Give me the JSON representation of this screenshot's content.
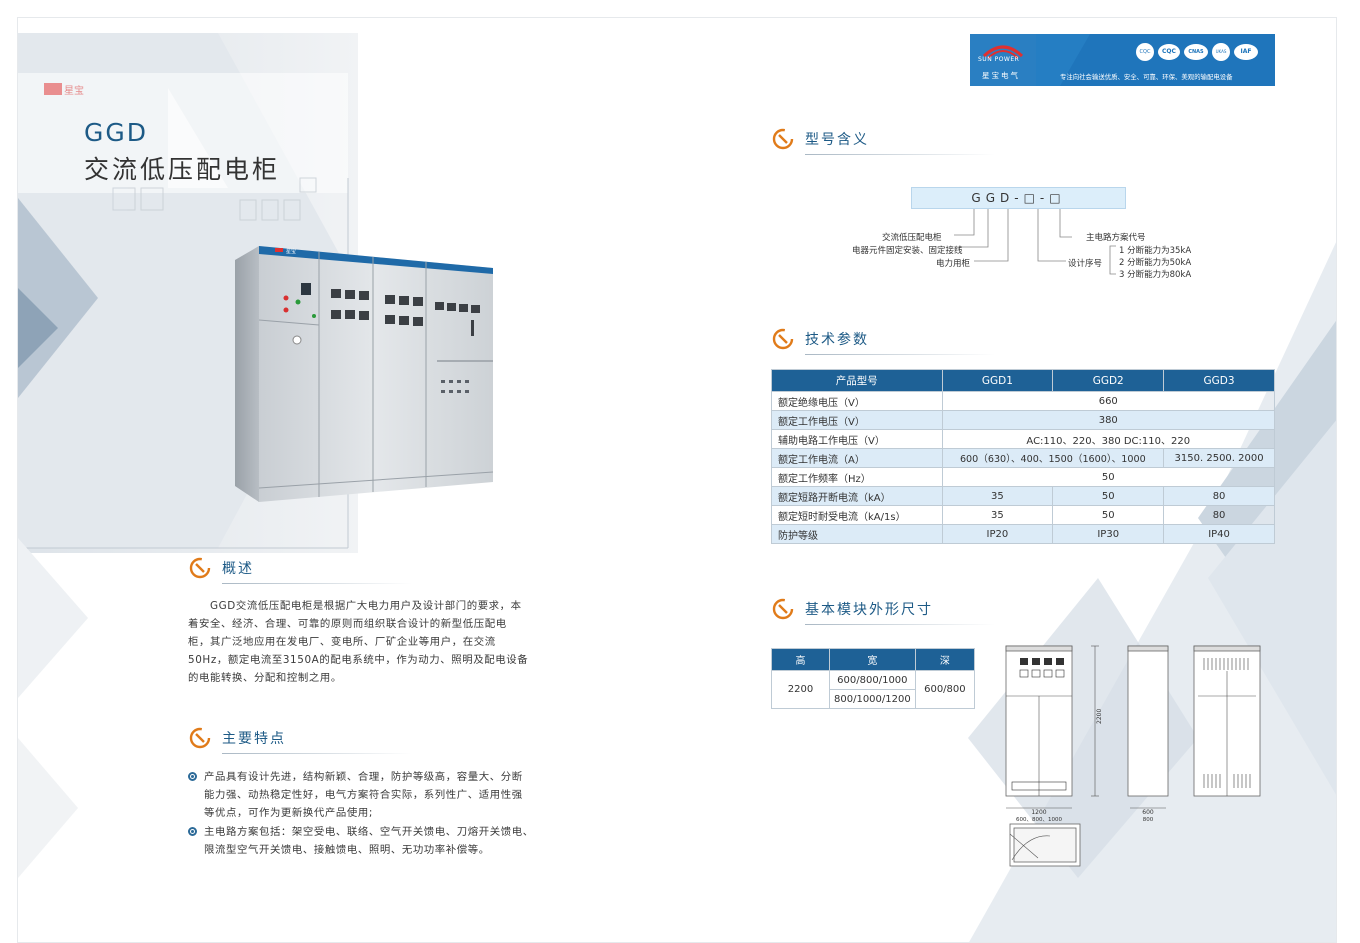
{
  "header": {
    "title_en": "GGD",
    "title_cn": "交流低压配电柜"
  },
  "brand": {
    "logo_en": "SUN POWER",
    "logo_cn": "星宝电气",
    "tagline": "专注向社会输送优质、安全、可靠、环保、美观的输配电设备",
    "certs": [
      "CQC",
      "CQC",
      "CNAS",
      "UKAS",
      "IAF"
    ]
  },
  "photo_labels": {
    "cabinet_brand": "星宝",
    "bg_brand": "星宝"
  },
  "overview": {
    "heading": "概述",
    "text": "GGD交流低压配电柜是根据广大电力用户及设计部门的要求，本着安全、经济、合理、可靠的原则而组织联合设计的新型低压配电柜，其广泛地应用在发电厂、变电所、厂矿企业等用户，在交流50Hz，额定电流至3150A的配电系统中，作为动力、照明及配电设备的电能转换、分配和控制之用。",
    "lines": [
      "GGD交流低压配电柜是根据广大电力用户及设计部门的要求，本",
      "着安全、经济、合理、可靠的原则而组织联合设计的新型低压配电",
      "柜，其广泛地应用在发电厂、变电所、厂矿企业等用户，在交流",
      "50Hz，额定电流至3150A的配电系统中，作为动力、照明及配电设备",
      "的电能转换、分配和控制之用。"
    ]
  },
  "features": {
    "heading": "主要特点",
    "items": [
      [
        "产品具有设计先进，结构新颖、合理，防护等级高，容量大、分断",
        "能力强、动热稳定性好，电气方案符合实际，系列性广、适用性强",
        "等优点，可作为更新换代产品使用;"
      ],
      [
        "主电路方案包括：架空受电、联络、空气开关馈电、刀熔开关馈电、",
        "限流型空气开关馈电、接触馈电、照明、无功功率补偿等。"
      ]
    ]
  },
  "model_meaning": {
    "heading": "型号含义",
    "code": "GGD-□-□",
    "left_labels": [
      "交流低压配电柜",
      "电器元件固定安装、固定接线",
      "电力用柜"
    ],
    "right_top": "主电路方案代号",
    "right_label": "设计序号",
    "options": [
      "1 分断能力为35kA",
      "2 分断能力为50kA",
      "3 分断能力为80kA"
    ]
  },
  "tech_params": {
    "heading": "技术参数",
    "headers": [
      "产品型号",
      "GGD1",
      "GGD2",
      "GGD3"
    ],
    "rows": [
      {
        "name": "额定绝缘电压（V）",
        "span": "660"
      },
      {
        "name": "额定工作电压（V）",
        "span": "380"
      },
      {
        "name": "辅助电路工作电压（V）",
        "span": "AC:110、220、380 DC:110、220"
      },
      {
        "name": "额定工作电流（A）",
        "v1": "600（630）、400、1500（1600）、1000",
        "v3": "3150. 2500. 2000"
      },
      {
        "name": "额定工作频率（Hz）",
        "span": "50"
      },
      {
        "name": "额定短路开断电流（kA）",
        "v1": "35",
        "v2": "50",
        "v3": "80"
      },
      {
        "name": "额定短时耐受电流（kA/1s）",
        "v1": "35",
        "v2": "50",
        "v3": "80"
      },
      {
        "name": "防护等级",
        "v1": "IP20",
        "v2": "IP30",
        "v3": "IP40"
      }
    ]
  },
  "dimensions": {
    "heading": "基本模块外形尺寸",
    "headers": [
      "高",
      "宽",
      "深"
    ],
    "height": "2200",
    "widths": [
      "600/800/1000",
      "800/1000/1200"
    ],
    "depth": "600/800",
    "drawing": {
      "height_label": "2200",
      "width_label_1": "1200",
      "width_label_2": "600、800、1000",
      "depth_label_1": "600",
      "depth_label_2": "800"
    }
  },
  "colors": {
    "accent": "#1e6196",
    "title": "#1d5a86",
    "icon": "#e07b1a",
    "row_alt": "#dcebf7",
    "brand_bg": "#1f75bb"
  }
}
